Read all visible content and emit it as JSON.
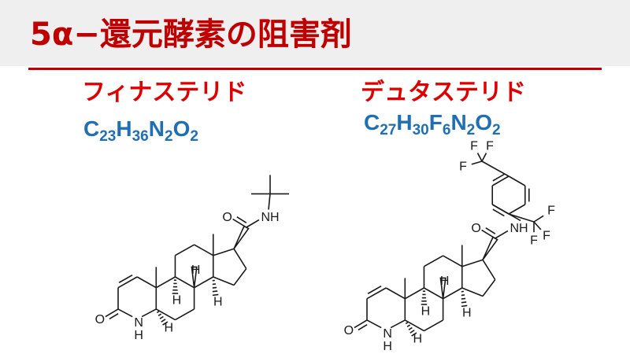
{
  "slide": {
    "title": "5α−還元酵素の阻害剤"
  },
  "drugs": [
    {
      "name": "フィナステリド",
      "formula": [
        {
          "el": "C",
          "n": "23"
        },
        {
          "el": "H",
          "n": "36"
        },
        {
          "el": "N",
          "n": "2"
        },
        {
          "el": "O",
          "n": "2"
        }
      ]
    },
    {
      "name": "デュタステリド",
      "formula": [
        {
          "el": "C",
          "n": "27"
        },
        {
          "el": "H",
          "n": "30"
        },
        {
          "el": "F",
          "n": "6"
        },
        {
          "el": "N",
          "n": "2"
        },
        {
          "el": "O",
          "n": "2"
        }
      ]
    }
  ],
  "atoms": {
    "O": "O",
    "NH": "NH",
    "N": "N",
    "H": "H",
    "F": "F"
  },
  "colors": {
    "title": "#c00000",
    "drug_name": "#e00000",
    "formula": "#1f6fb5"
  }
}
